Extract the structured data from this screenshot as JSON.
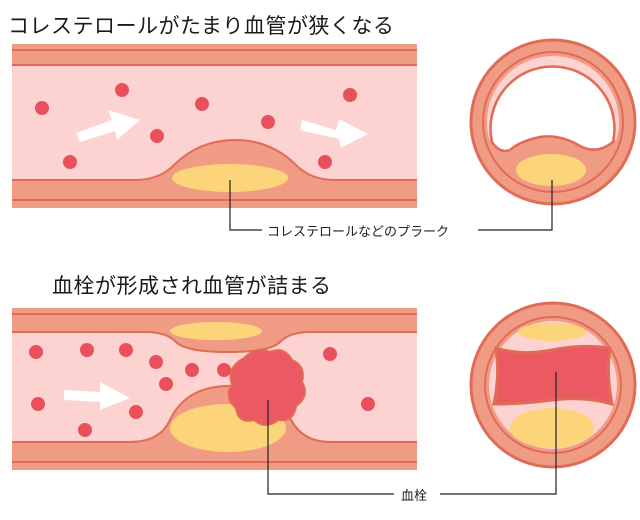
{
  "diagram": {
    "title_top": "コレステロールがたまり血管が狭くなる",
    "title_bottom": "血栓が形成され血管が詰まる",
    "label_plaque": "コレステロールなどのプラーク",
    "label_clot": "血栓"
  },
  "colors": {
    "vessel_wall": "#f09c84",
    "vessel_wall_outline": "#e26b58",
    "vessel_lumen": "#fcd3d0",
    "plaque": "#fcd57a",
    "clot": "#eb5a62",
    "blood_cell": "#e9505c",
    "arrow": "#ffffff",
    "leader_line": "#222222"
  }
}
